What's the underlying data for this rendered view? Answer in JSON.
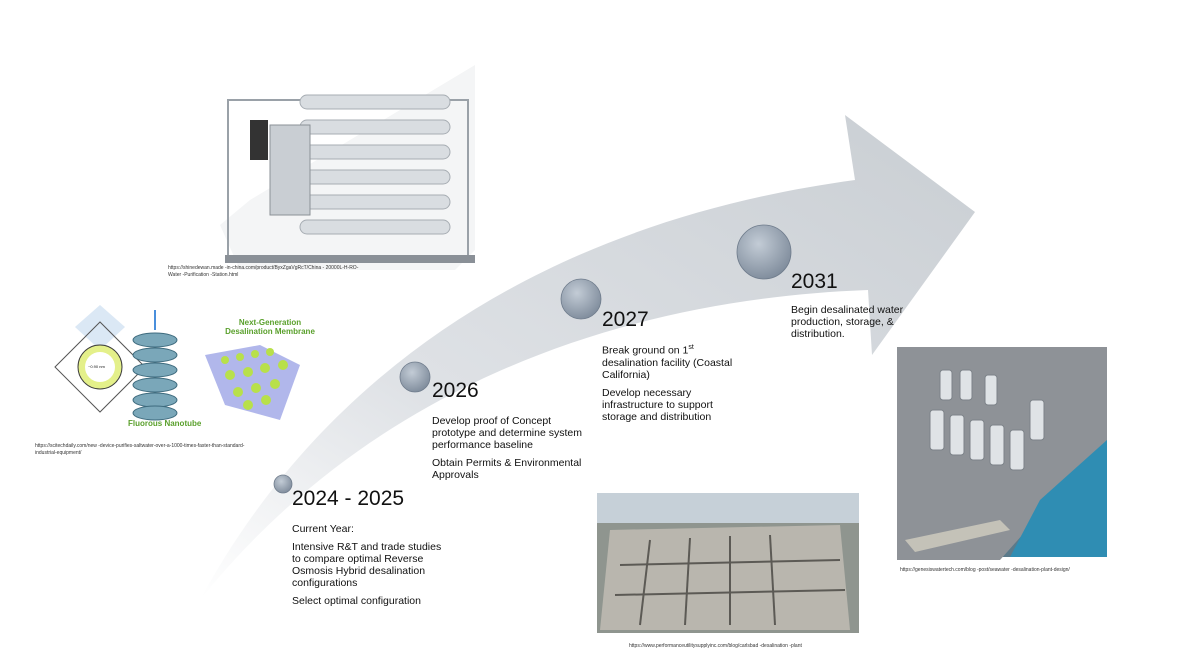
{
  "milestones": [
    {
      "year": "2024 - 2025",
      "items": [
        "Current Year:",
        "Intensive R&T and trade studies to compare optimal Reverse Osmosis Hybrid desalination configurations",
        "Select optimal configuration"
      ]
    },
    {
      "year": "2026",
      "items": [
        "Develop proof of Concept prototype and determine system performance baseline",
        "Obtain Permits & Environmental Approvals"
      ]
    },
    {
      "year": "2027",
      "items": [
        "Break ground on 1",
        "desalination facility (Coastal California)",
        "Develop necessary infrastructure to support storage and distribution"
      ],
      "superscript": "st"
    },
    {
      "year": "2031",
      "items": [
        "Begin desalinated water production, storage, & distribution."
      ]
    }
  ],
  "images": {
    "ro_unit": {
      "caption": "https://shinedewan.made -in-china.com/product/ByxZgaVgRcT/China - 20000L-H-RO-Water -Purification -Station.html"
    },
    "nanotube": {
      "caption": "https://scitechdaily.com/new -device-purifies-saltwater-over-a-1000-times-faster-than-standard-industrial-equipment/",
      "label_membrane": "Next-Generation Desalination Membrane",
      "label_tube": "Fluorous Nanotube",
      "label_diameter": "~0.90 nm"
    },
    "construction": {
      "caption": "https://www.performanceutilitysupplyinc.com/blog/carlsbad -desalination -plant"
    },
    "plant": {
      "caption": "https://genesiswatertech.com/blog -post/seawater -desalination-plant-design/"
    }
  },
  "colors": {
    "arrow": "#d4d8dc",
    "circle": "#8e9bab",
    "membrane_text": "#5aa02c"
  }
}
